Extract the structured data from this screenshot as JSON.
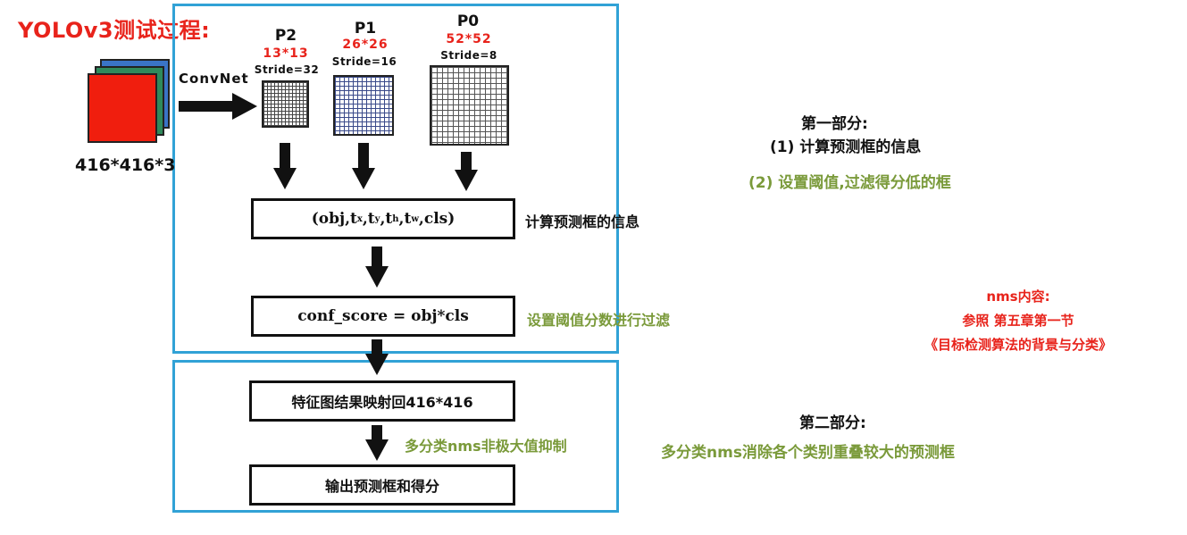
{
  "title": "YOLOv3测试过程:",
  "input": {
    "size_label": "416*416*3"
  },
  "convnet_label": "ConvNet",
  "feature_maps": [
    {
      "name": "P2",
      "resolution": "13*13",
      "stride": "Stride=32"
    },
    {
      "name": "P1",
      "resolution": "26*26",
      "stride": "Stride=16"
    },
    {
      "name": "P0",
      "resolution": "52*52",
      "stride": "Stride=8"
    }
  ],
  "pipeline": {
    "box1": {
      "obj": "(obj,",
      "tx": "t",
      "tx_sub": "x",
      "ty": "t",
      "ty_sub": "y",
      "th": "t",
      "th_sub": "h",
      "tw": "t",
      "tw_sub": "w",
      "cls": "cls)"
    },
    "box1_side": "计算预测框的信息",
    "box2": "conf_score = obj*cls",
    "box2_side": "设置阈值分数进行过滤",
    "box3": "特征图结果映射回416*416",
    "box3_side": "多分类nms非极大值抑制",
    "box4": "输出预测框和得分"
  },
  "notes": {
    "part1_title": "第一部分:",
    "part1_item1": "(1) 计算预测框的信息",
    "part1_item2": "(2) 设置阈值,过滤得分低的框",
    "nms_line1": "nms内容:",
    "nms_line2": "参照 第五章第一节",
    "nms_line3": "《目标检测算法的背景与分类》",
    "part2_title": "第二部分:",
    "part2_item": "多分类nms消除各个类别重叠较大的预测框"
  },
  "colors": {
    "accent_red": "#e8231b",
    "panel_border": "#31a2d6",
    "olive": "#7a9a3a"
  }
}
